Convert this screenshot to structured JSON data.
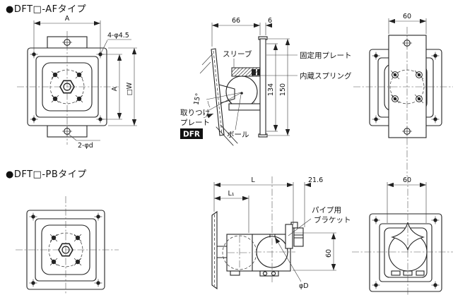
{
  "colors": {
    "background": "#ffffff",
    "line": "#222222",
    "badge_background": "#111111",
    "badge_text": "#ffffff"
  },
  "sections": {
    "af": {
      "title": "●DFT□-AFタイプ",
      "front": {
        "dim_hole_pitch_top": "A",
        "callout_corner_holes": "4-φ4.5",
        "dim_hole_pitch_side": "A",
        "dim_outer_square": "□W",
        "callout_tab_holes": "2-φd"
      },
      "side": {
        "dim_depth": "66",
        "dim_plate_thickness": "6",
        "dim_height_inner": "134",
        "dim_height_outer": "150",
        "dim_swivel_angle": "15°",
        "label_sleeve": "スリーブ",
        "label_fixing_plate": "固定用プレート",
        "label_spring": "内蔵スプリング",
        "label_mounting_plate_line1": "取りつけ",
        "label_mounting_plate_line2": "プレート",
        "badge_model": "DFR",
        "label_ball": "ボール"
      },
      "rear": {
        "dim_width": "60"
      }
    },
    "pb": {
      "title": "●DFT□-PBタイプ",
      "side": {
        "dim_length": "L",
        "dim_length_1": "L₁",
        "dim_offset": "21.6",
        "dim_height": "60",
        "callout_pipe_diameter": "φD",
        "label_pipe_bracket_line1": "パイプ用",
        "label_pipe_bracket_line2": "ブラケット"
      },
      "rear": {
        "dim_width": "60"
      }
    }
  }
}
